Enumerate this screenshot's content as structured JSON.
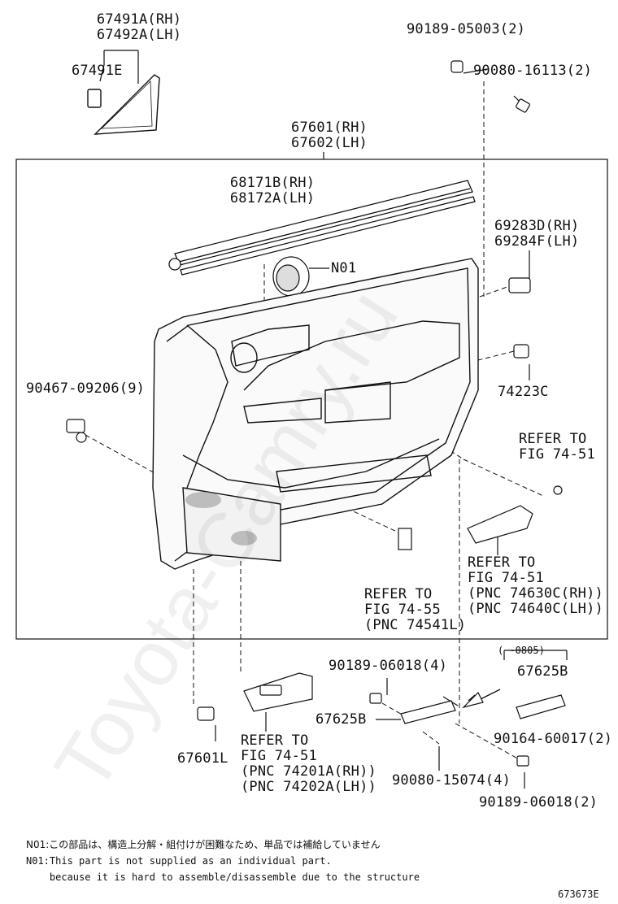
{
  "labels": {
    "p67491a_rh": "67491A(RH)",
    "p67492a_lh": "67492A(LH)",
    "p67491e": "67491E",
    "p90189_05003": "90189-05003(2)",
    "p90080_16113": "90080-16113(2)",
    "p67601_rh": "67601(RH)",
    "p67602_lh": "67602(LH)",
    "p68171b_rh": "68171B(RH)",
    "p68172a_lh": "68172A(LH)",
    "n01": "N01",
    "p69283d_rh": "69283D(RH)",
    "p69284f_lh": "69284F(LH)",
    "p90467_09206": "90467-09206(9)",
    "p74223c": "74223C",
    "refer_74_51_a_1": "REFER TO",
    "refer_74_51_a_2": "FIG 74-51",
    "refer_74_51_b_1": "REFER TO",
    "refer_74_51_b_2": "FIG 74-51",
    "refer_74_51_b_3": "(PNC 74630C(RH))",
    "refer_74_51_b_4": "(PNC 74640C(LH))",
    "refer_74_55_1": "REFER TO",
    "refer_74_55_2": "FIG 74-55",
    "refer_74_55_3": "(PNC 74541L)",
    "p90189_06018_4": "90189-06018(4)",
    "date_range": "(    -0805)",
    "p67625b_top": "67625B",
    "p67625b_left": "67625B",
    "p67601l": "67601L",
    "refer_74_51_c_1": "REFER TO",
    "refer_74_51_c_2": "FIG 74-51",
    "refer_74_51_c_3": "(PNC 74201A(RH))",
    "refer_74_51_c_4": "(PNC 74202A(LH))",
    "p90164_60017": "90164-60017(2)",
    "p90080_15074": "90080-15074(4)",
    "p90189_06018_2": "90189-06018(2)"
  },
  "notes": {
    "jp": "N01:この部品は、構造上分解・組付けが困難なため、単品では補給していません",
    "en1": "N01:This part is not supplied as an individual part.",
    "en2": "    because it is hard to assemble/disassemble due to the structure"
  },
  "figure_code": "673673E",
  "watermark": "Toyota-Camry.ru"
}
